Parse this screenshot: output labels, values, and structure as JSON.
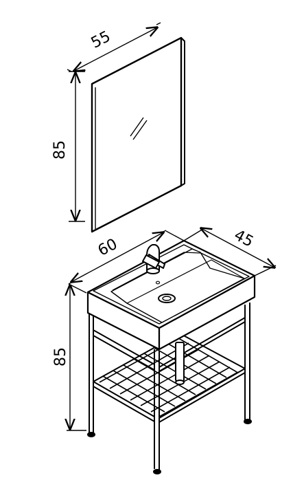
{
  "mirror": {
    "width_label": "55",
    "height_label": "85"
  },
  "vanity": {
    "width_label": "60",
    "depth_label": "45",
    "height_label": "85"
  }
}
